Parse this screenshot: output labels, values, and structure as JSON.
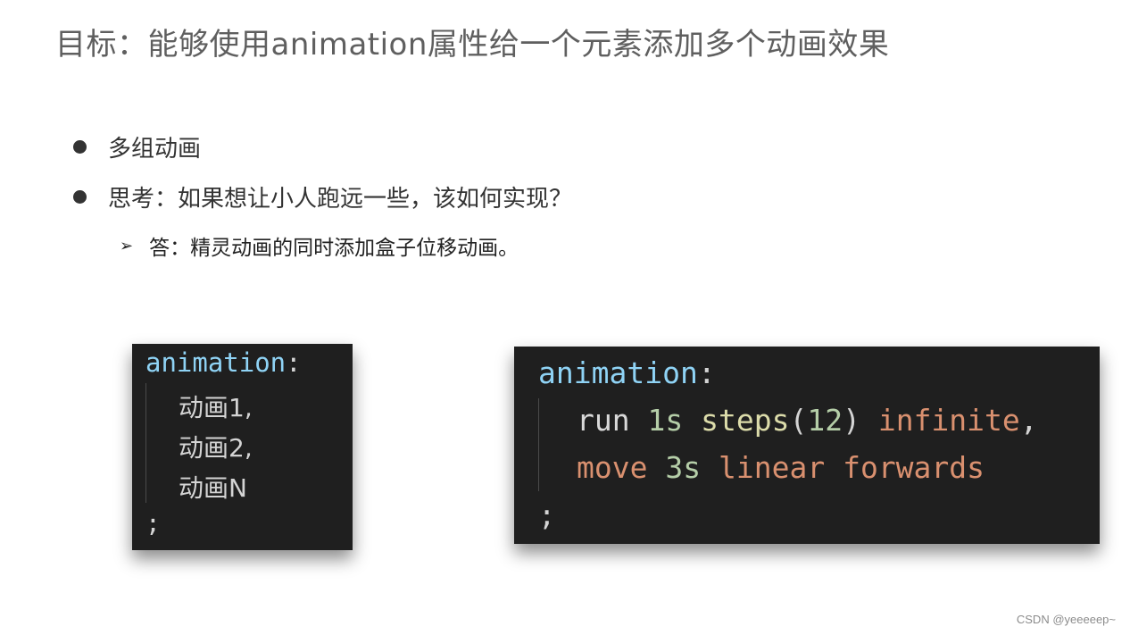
{
  "title": "目标：能够使用animation属性给一个元素添加多个动画效果",
  "bullets": [
    {
      "text": "多组动画"
    },
    {
      "text": "思考：如果想让小人跑远一些，该如何实现？"
    }
  ],
  "sub_bullet": {
    "arrow": "➢",
    "text": "答：精灵动画的同时添加盒子位移动画。"
  },
  "code_left": {
    "property": "animation",
    "colon": ":",
    "lines": [
      "动画1,",
      "动画2,",
      "动画N"
    ],
    "terminator": ";"
  },
  "code_right": {
    "property": "animation",
    "colon": ":",
    "line1": {
      "name": "run",
      "duration": "1s",
      "func": "steps",
      "open": "(",
      "arg": "12",
      "close": ")",
      "iteration": "infinite",
      "comma": ","
    },
    "line2": {
      "name": "move",
      "duration": "3s",
      "timing": "linear",
      "fill": "forwards"
    },
    "terminator": ";"
  },
  "watermark": "CSDN @yeeeeep~",
  "colors": {
    "code_background": "#1f1f1f",
    "property": "#8fd3f5",
    "number": "#b5cea8",
    "function": "#dcdcaa",
    "keyword_value": "#d9906f"
  }
}
